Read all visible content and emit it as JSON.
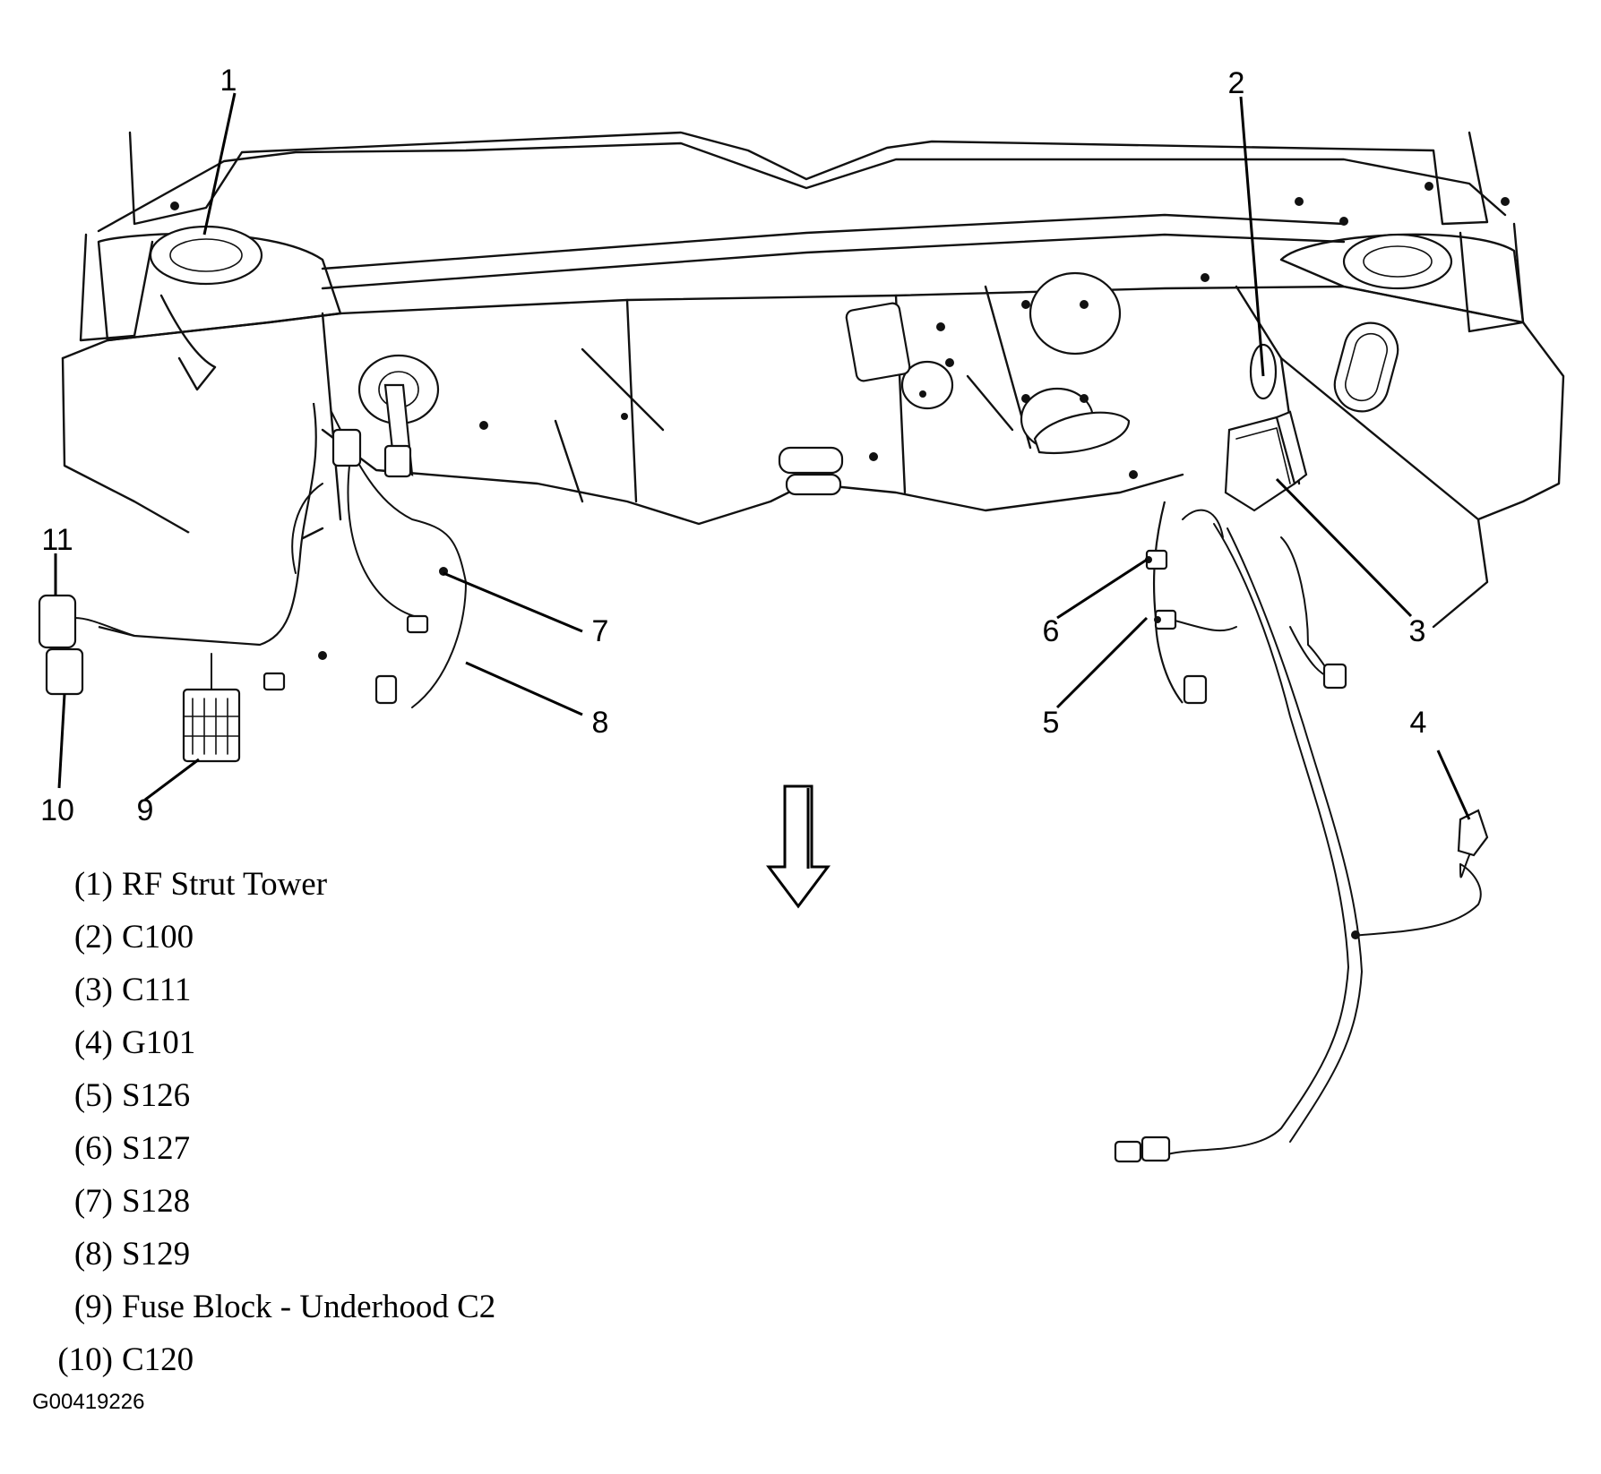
{
  "figure_id": "G00419226",
  "legend": [
    {
      "number": "(1)",
      "label": "RF Strut Tower"
    },
    {
      "number": "(2)",
      "label": "C100"
    },
    {
      "number": "(3)",
      "label": "C111"
    },
    {
      "number": "(4)",
      "label": "G101"
    },
    {
      "number": "(5)",
      "label": "S126"
    },
    {
      "number": "(6)",
      "label": "S127"
    },
    {
      "number": "(7)",
      "label": "S128"
    },
    {
      "number": "(8)",
      "label": "S129"
    },
    {
      "number": "(9)",
      "label": "Fuse Block - Underhood C2"
    },
    {
      "number": "(10)",
      "label": "C120"
    }
  ],
  "callouts": [
    "1",
    "2",
    "3",
    "4",
    "5",
    "6",
    "7",
    "8",
    "9",
    "10",
    "11"
  ],
  "forward_arrow": "down-arrow-icon"
}
